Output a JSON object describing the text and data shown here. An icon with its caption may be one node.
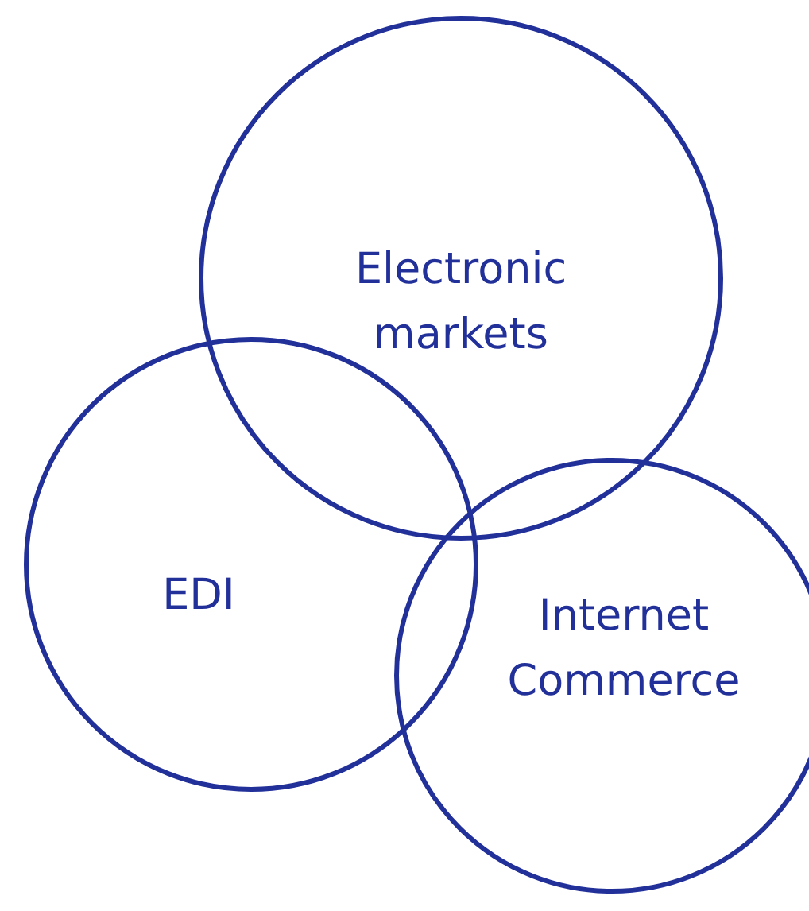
{
  "diagram": {
    "nodes": [
      {
        "text": [
          "Electronic markets"
        ]
      },
      {
        "text": [
          "EDI"
        ]
      },
      {
        "text": [
          "Internet Commerce"
        ]
      }
    ]
  }
}
